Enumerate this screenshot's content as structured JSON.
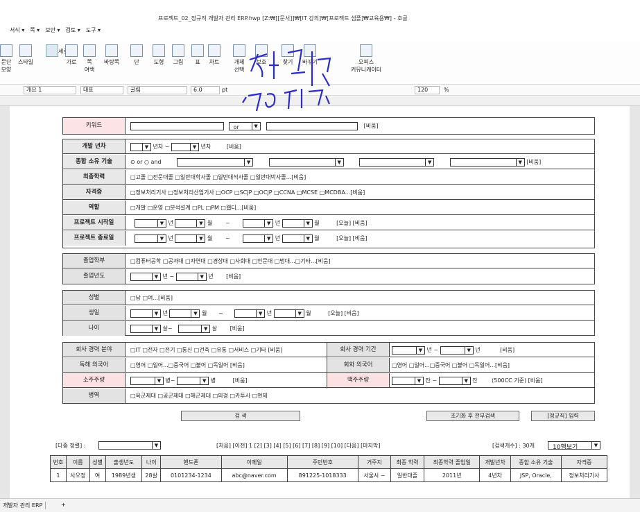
{
  "window": {
    "title": "프로젝트_02_정규직 개발자 관리 ERP.hwp [Z:₩[[문서]]₩[IT 강의]₩[프로젝트 샘플]₩교육용₩] - 호글"
  },
  "menu": [
    "서식 ▾",
    "쪽 ▾",
    "보안 ▾",
    "검토 ▾",
    "도구 ▾"
  ],
  "ribbon": [
    {
      "label": "문단\n모양"
    },
    {
      "label": "스타일"
    },
    {
      "label": "세로"
    },
    {
      "label": "가로"
    },
    {
      "label": "쪽\n여백"
    },
    {
      "label": "바탕쪽"
    },
    {
      "label": "단"
    },
    {
      "label": "도형"
    },
    {
      "label": "그림"
    },
    {
      "label": "표"
    },
    {
      "label": "차트"
    },
    {
      "label": "개체\n선택"
    },
    {
      "label": "보호"
    },
    {
      "label": "찾기"
    },
    {
      "label": "바꾸기"
    },
    {
      "label": "오피스\n커뮤니케이터"
    }
  ],
  "format_bar": {
    "style": "개요 1",
    "font_lang": "대표",
    "font": "굴림",
    "size": "6.0",
    "unit": "pt",
    "zoom": "120",
    "zoom_unit": "%"
  },
  "handwriting": "정규직 검색",
  "form": {
    "keyword": {
      "label": "키워드",
      "or": "or",
      "tail": "[비움]"
    },
    "dev_years": {
      "label": "개발 년차",
      "unit": "년차",
      "tilde": "~",
      "unit2": "년차",
      "tail": "[비움]"
    },
    "skills": {
      "label": "종합 소유 기술",
      "radio": "⊙ or  ○ and",
      "tail": "[비움]"
    },
    "education": {
      "label": "최종학력",
      "value": "□고졸 □전문대졸 □일반대학사졸 □일반대석사졸 □일반대박사졸...[비움]"
    },
    "certs": {
      "label": "자격증",
      "value": "□정보처리기사 □정보처리산업기사 □OCP □SCJP □OCJP □CCNA □MCSE □MCDBA...[비움]"
    },
    "role": {
      "label": "역할",
      "value": "□개발 □운영 □분석설계 □PL □PM □웹디...[비움]"
    },
    "proj_start": {
      "label": "프로젝트 시작일",
      "y": "년",
      "m": "월",
      "tilde": "~",
      "tail": "[오늘]  [비움]"
    },
    "proj_end": {
      "label": "프로젝트 종료일",
      "y": "년",
      "m": "월",
      "tilde": "~",
      "tail": "[오늘]  [비움]"
    },
    "major": {
      "label": "졸업학부",
      "value": "□컴퓨터공학 □공과대 □자연대 □경상대 □사회대 □인문대 □법대...□기타...[비움]"
    },
    "grad_year": {
      "label": "졸업년도",
      "y": "년 ~",
      "y2": "년",
      "tail": "[비움]"
    },
    "gender": {
      "label": "성별",
      "value": "□남 □여...[비움]"
    },
    "birth": {
      "label": "생일",
      "y": "년",
      "m": "월",
      "tilde": "~",
      "tail": "[오늘]  [비움]"
    },
    "age": {
      "label": "나이",
      "a": "살~",
      "b": "살",
      "tail": "[비움]"
    },
    "company_field": {
      "label": "회사 경력 분야",
      "value": "□IT □전자 □전기 □통신 □건축 □유통 □서비스 □기타 [비움]"
    },
    "company_period": {
      "label": "회사 경력 기간",
      "a": "년 ~",
      "b": "년",
      "tail": "[비움]"
    },
    "foreign_read": {
      "label": "독해 외국어",
      "value": "□영어 □일어...□중국어 □불어 □독일어 [비움]"
    },
    "foreign_talk": {
      "label": "회화 외국어",
      "value": "□영어 □일어...□중국어 □불어 □독일어...[비움]"
    },
    "soju": {
      "label": "소주주량",
      "a": "병~",
      "b": "병",
      "tail": "[비움]"
    },
    "beer": {
      "label": "맥주주량",
      "a": "잔 ~",
      "b": "잔",
      "tail": "(500CC 기준)  [비움]"
    },
    "military": {
      "label": "병역",
      "value": "□육군제대 □공군제대 □해군제대 □의경 □카투사 □면제"
    }
  },
  "buttons": {
    "search": "검  색",
    "reset": "초기화 후 전부검색",
    "input": "[정규직] 입력"
  },
  "result_bar": {
    "sort_label": "[다중 정렬] :",
    "nav": "[처음] [이전]     1  [2]  [3]  [4]  [5]  [6]  [7]  [8]  [9]  [10]     [다음] [마지막]",
    "count": "[검색개수] : 30개",
    "page_size": "10행보기"
  },
  "table": {
    "headers": [
      "번호",
      "이름",
      "성별",
      "출생년도",
      "나이",
      "핸드폰",
      "이메일",
      "주민번호",
      "거주지",
      "최종 학력",
      "최종학력 졸업일",
      "개발년차",
      "종합 소유 기술",
      "자격증"
    ],
    "rows": [
      [
        "1",
        "사오정",
        "여",
        "1989년생",
        "28살",
        "0101234-1234",
        "abc@naver.com",
        "891225-1018333",
        "서울시 ~",
        "일반대졸",
        "2011년",
        "4년차",
        "JSP, Oracle,",
        "정보처리기사"
      ]
    ]
  },
  "tabbar": {
    "doc": "개발자 관리 ERP",
    "add": "+"
  }
}
